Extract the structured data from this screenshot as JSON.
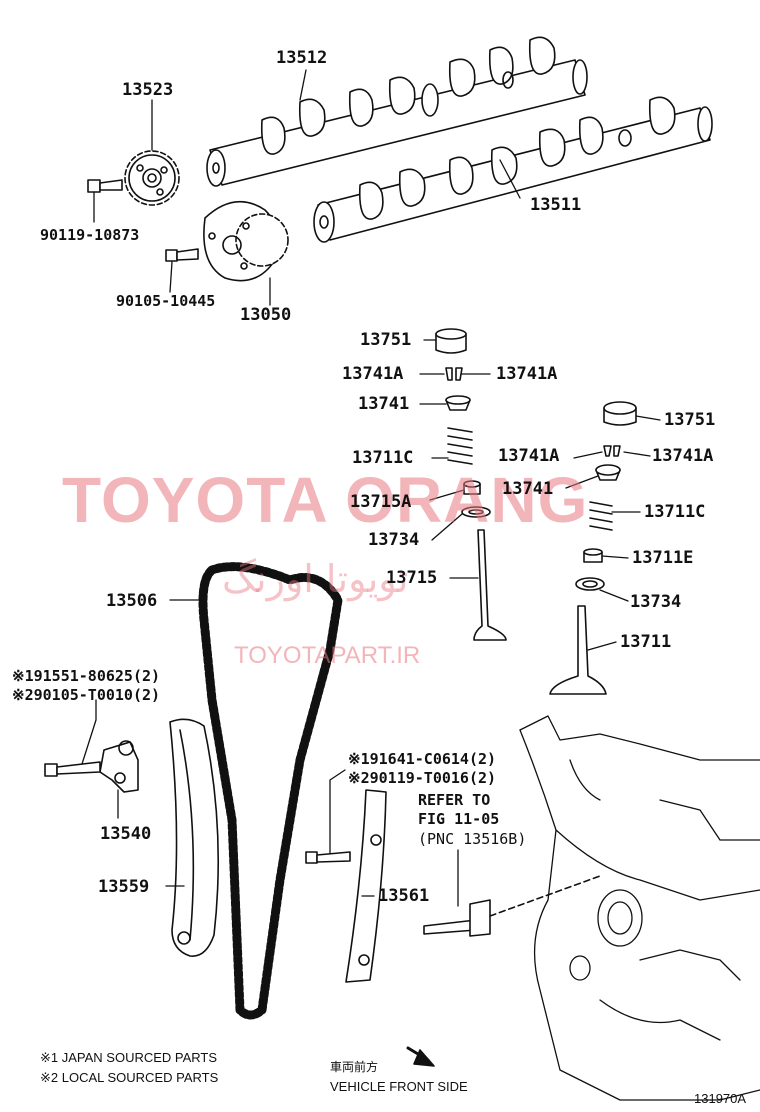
{
  "parts": {
    "p13512": "13512",
    "p13523": "13523",
    "p90119_10873": "90119-10873",
    "p13511": "13511",
    "p90105_10445": "90105-10445",
    "p13050": "13050",
    "p13751_a": "13751",
    "p13741A_a": "13741A",
    "p13741A_b": "13741A",
    "p13741_a": "13741",
    "p13711C_a": "13711C",
    "p13715A": "13715A",
    "p13734_a": "13734",
    "p13715": "13715",
    "p13751_b": "13751",
    "p13741A_c": "13741A",
    "p13741A_d": "13741A",
    "p13741_b": "13741",
    "p13711C_b": "13711C",
    "p13711E": "13711E",
    "p13734_b": "13734",
    "p13711": "13711",
    "p13506": "13506",
    "p13540": "13540",
    "p13559": "13559",
    "p13561": "13561"
  },
  "notes": {
    "bolt1_line1": "※191551-80625(2)",
    "bolt1_line2": "※290105-T0010(2)",
    "bolt2_line1": "※191641-C0614(2)",
    "bolt2_line2": "※290119-T0016(2)",
    "refer_line1": "REFER TO",
    "refer_line2": "FIG 11-05",
    "refer_line3": "(PNC 13516B)"
  },
  "legend": {
    "line1": "※1 JAPAN SOURCED PARTS",
    "line2": "※2 LOCAL SOURCED PARTS"
  },
  "direction": {
    "jp": "車両前方",
    "en": "VEHICLE FRONT SIDE"
  },
  "figure_id": "131970A",
  "watermark": {
    "main": "TOYOTA ORANG",
    "persian": "تویوتا اورنگ",
    "url": "TOYOTAPART.IR"
  },
  "colors": {
    "line": "#111111",
    "watermark": "#e87882"
  }
}
